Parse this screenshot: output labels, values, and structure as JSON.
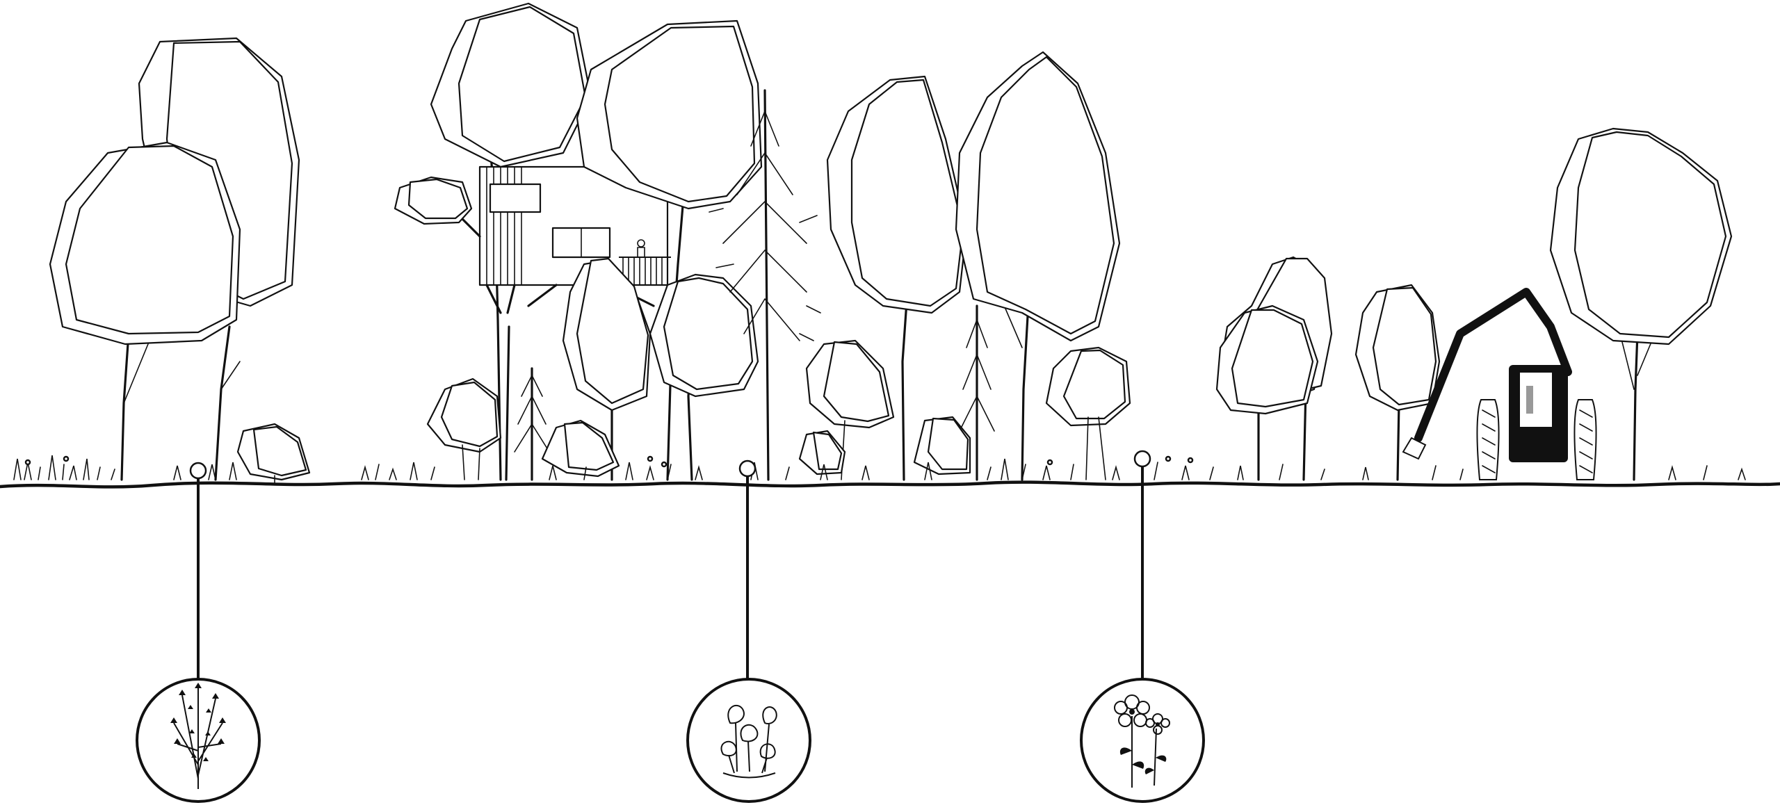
{
  "scene": {
    "background": "#ffffff",
    "ink_color": "#111111",
    "callouts": [
      {
        "subject": "herb",
        "icon": "sprig-icon"
      },
      {
        "subject": "mushrooms",
        "icon": "mushroom-cluster-icon"
      },
      {
        "subject": "flowers",
        "icon": "flower-icon"
      }
    ]
  }
}
